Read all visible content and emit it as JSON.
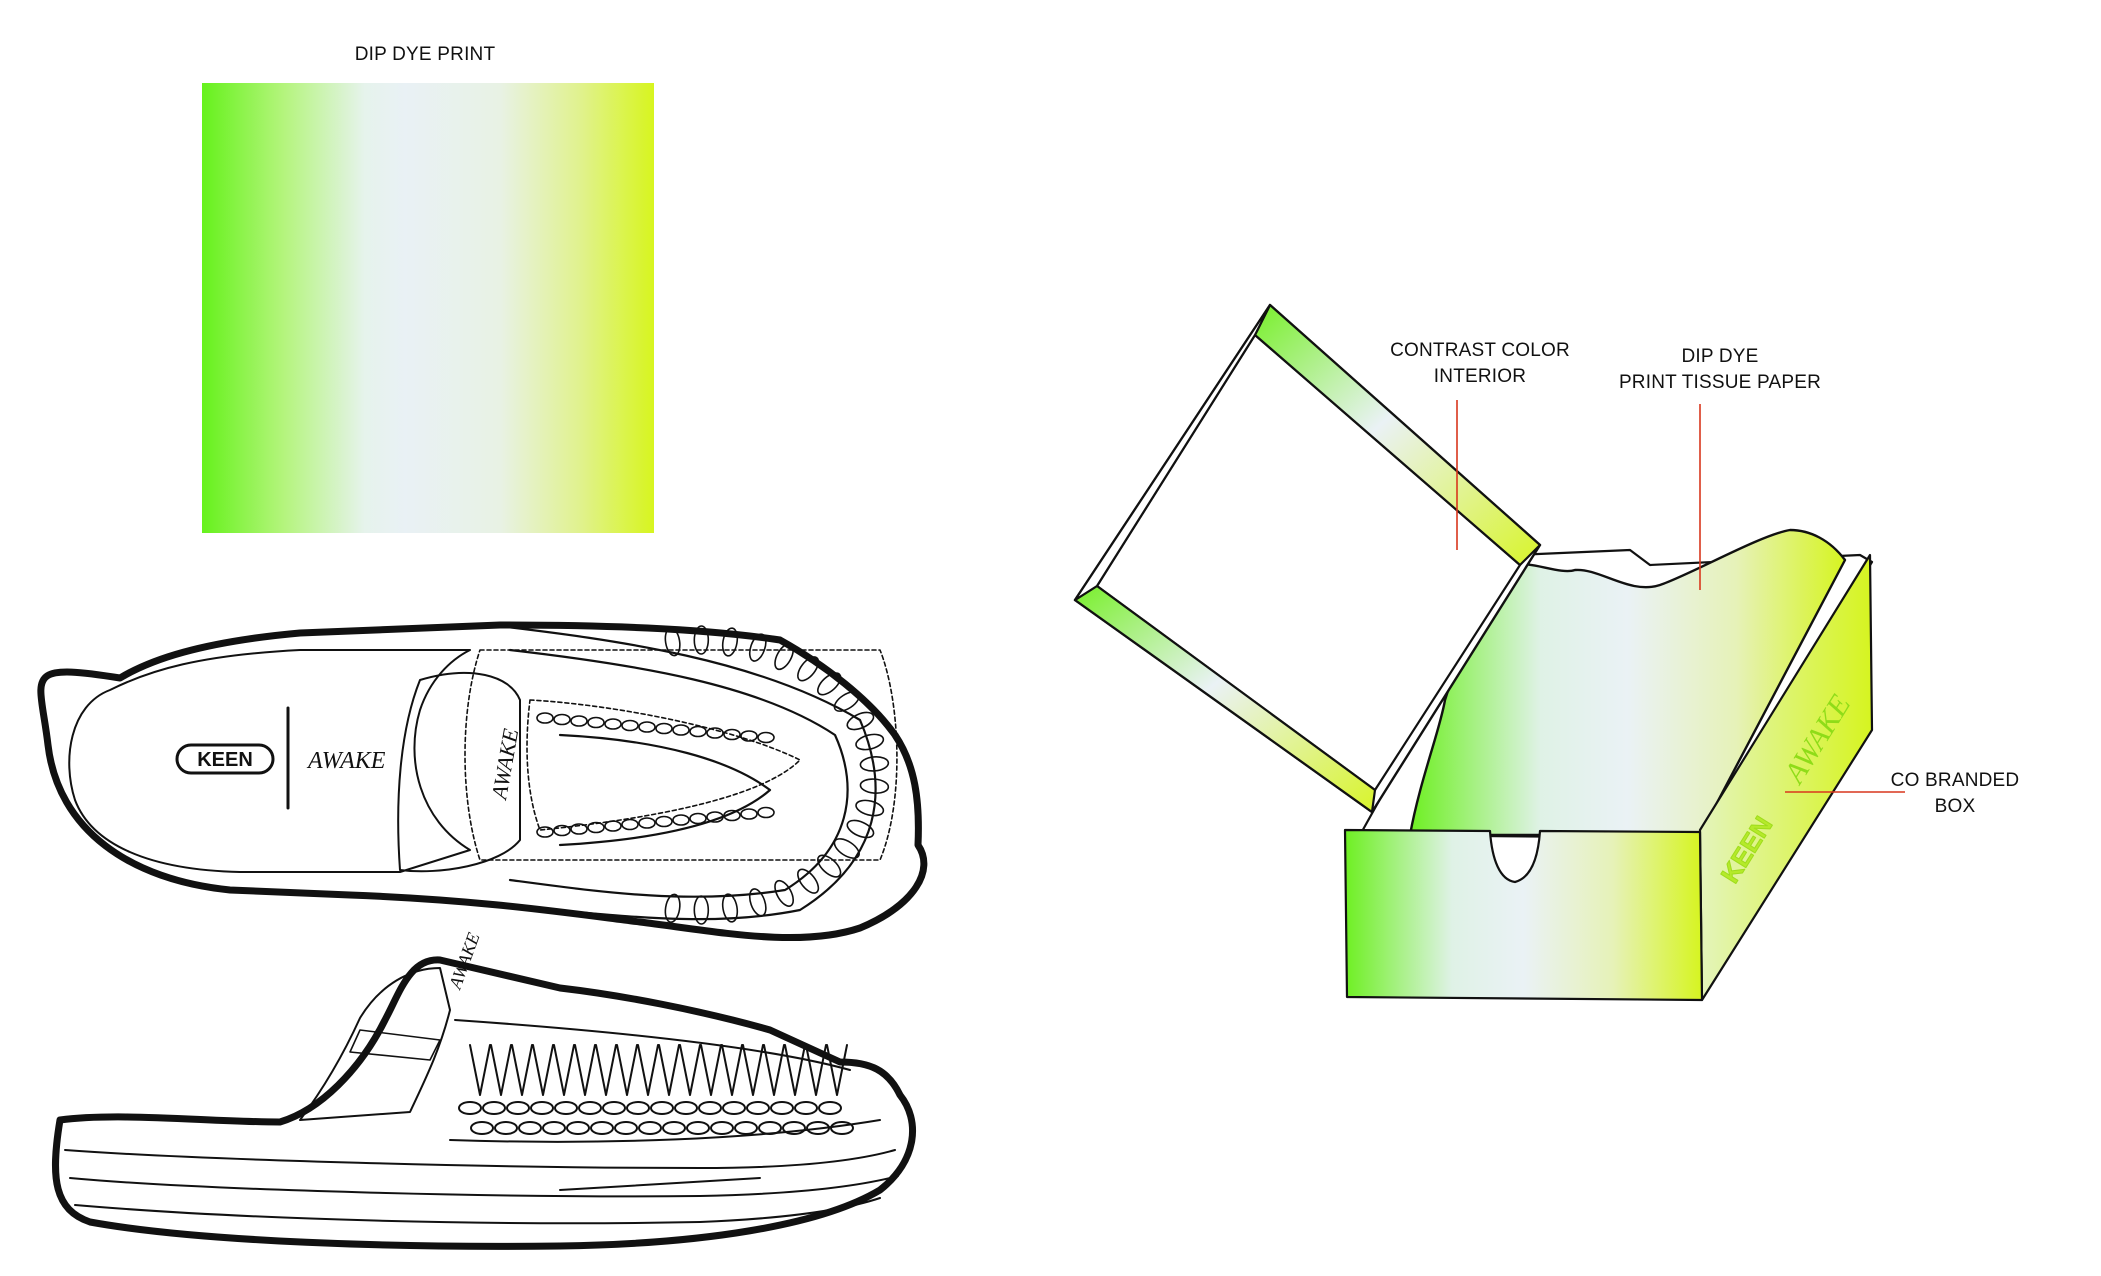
{
  "swatch": {
    "title": "DIP DYE PRINT",
    "colors": {
      "green": "#66f21c",
      "light": "#e9f1f5",
      "yellow": "#d7f51f"
    }
  },
  "callouts": {
    "contrast_interior": {
      "line1": "CONTRAST COLOR",
      "line2": "INTERIOR"
    },
    "tissue_paper": {
      "line1": "DIP DYE",
      "line2": "PRINT TISSUE PAPER"
    },
    "branded_box": {
      "line1": "CO BRANDED",
      "line2": "BOX"
    },
    "leader_color": "#d9361d"
  },
  "brands": {
    "keen": "KEEN",
    "awake": "AWAKE"
  },
  "colors": {
    "outline": "#111111"
  }
}
